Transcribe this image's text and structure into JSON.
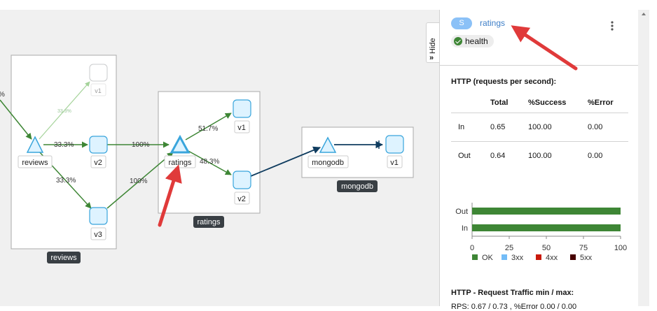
{
  "graph": {
    "edge_labels": {
      "left_partial": "%",
      "reviews_v1": "33.3%",
      "reviews_v2": "33.3%",
      "reviews_v3": "33.3%",
      "v2_ratings": "100%",
      "v3_ratings": "100%",
      "ratings_v1": "51.7%",
      "ratings_v2": "48.3%"
    },
    "nodes": {
      "reviews": "reviews",
      "reviews_v1": "v1",
      "reviews_v2": "v2",
      "reviews_v3": "v3",
      "ratings": "ratings",
      "ratings_v1": "v1",
      "ratings_v2": "v2",
      "mongodb": "mongodb",
      "mongodb_v1": "v1"
    },
    "boxes": {
      "reviews": "reviews",
      "ratings": "ratings",
      "mongodb": "mongodb"
    }
  },
  "hide_tab": {
    "label": "Hide",
    "icon": "double-chevron-right-icon"
  },
  "panel": {
    "badge": "S",
    "service_name": "ratings",
    "health_label": "health",
    "http_title": "HTTP (requests per second):",
    "table": {
      "headers": [
        "",
        "Total",
        "%Success",
        "%Error"
      ],
      "rows": [
        [
          "In",
          "0.65",
          "100.00",
          "0.00"
        ],
        [
          "Out",
          "0.64",
          "100.00",
          "0.00"
        ]
      ]
    },
    "traffic_title": "HTTP - Request Traffic min / max:",
    "traffic_line": "RPS: 0.67 / 0.73 , %Error 0.00 / 0.00"
  },
  "chart_data": {
    "type": "bar",
    "orientation": "horizontal",
    "categories": [
      "Out",
      "In"
    ],
    "series": [
      {
        "name": "OK",
        "values": [
          100,
          100
        ],
        "color": "#3e8635"
      },
      {
        "name": "3xx",
        "values": [
          0,
          0
        ],
        "color": "#73bcf7"
      },
      {
        "name": "4xx",
        "values": [
          0,
          0
        ],
        "color": "#c9190b"
      },
      {
        "name": "5xx",
        "values": [
          0,
          0
        ],
        "color": "#470000"
      }
    ],
    "xlim": [
      0,
      100
    ],
    "x_ticks": [
      "0",
      "25",
      "50",
      "75",
      "100"
    ],
    "legend_position": "bottom"
  },
  "colors": {
    "edge_green": "#3e8635",
    "edge_light_green": "#a5d39a",
    "edge_blue": "#0f3c5f",
    "node_fill": "#def3ff",
    "node_stroke": "#39a5dc",
    "annotation_red": "#e03a3a"
  }
}
